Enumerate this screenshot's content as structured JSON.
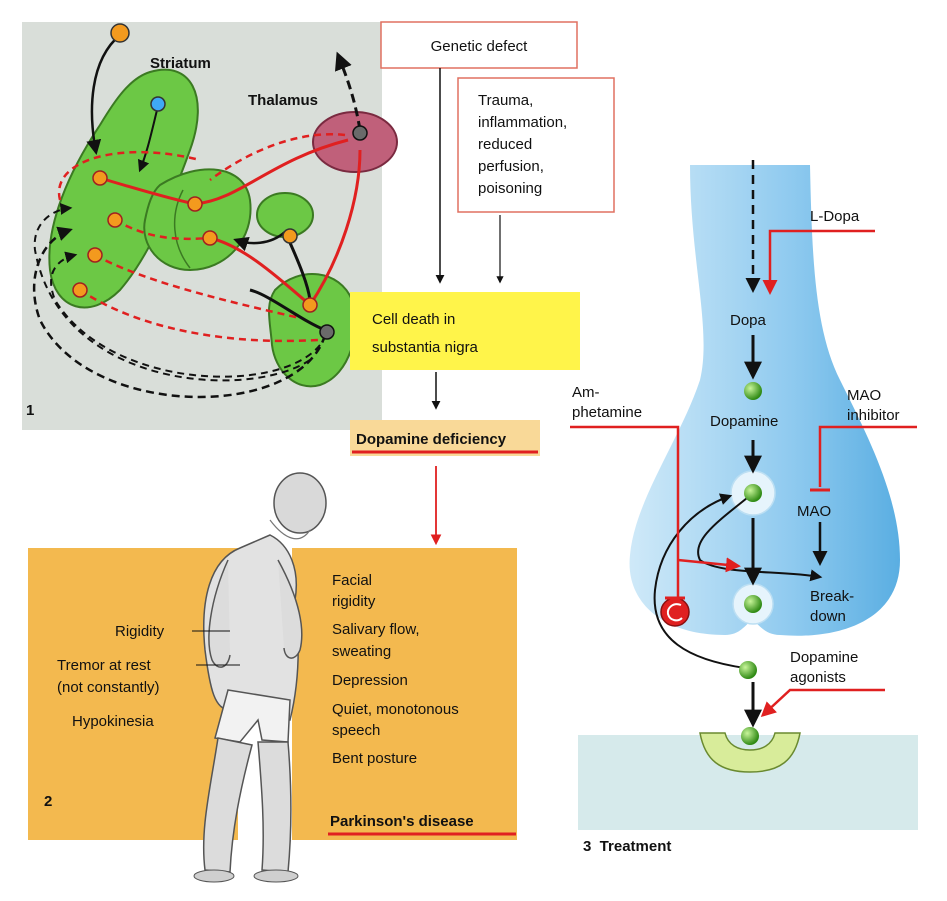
{
  "panel1": {
    "number": "1",
    "striatum_label": "Striatum",
    "thalamus_label": "Thalamus"
  },
  "flow": {
    "genetic_defect": "Genetic defect",
    "trauma_lines": [
      "Trauma,",
      "inflammation,",
      "reduced",
      "perfusion,",
      "poisoning"
    ],
    "cell_death_lines": [
      "Cell death in",
      "substantia nigra"
    ],
    "dopamine_deficiency": "Dopamine deficiency"
  },
  "panel2": {
    "number": "2",
    "left_symptoms": [
      "Rigidity",
      "Tremor at rest",
      "(not constantly)",
      "Hypokinesia"
    ],
    "right_symptoms": [
      "Facial",
      "rigidity",
      "Salivary flow,",
      "sweating",
      "Depression",
      "Quiet, monotonous",
      "speech",
      "Bent posture"
    ],
    "disease": "Parkinson's disease"
  },
  "panel3": {
    "caption": "3  Treatment",
    "l_dopa": "L-Dopa",
    "dopa": "Dopa",
    "dopamine": "Dopamine",
    "mao_inhibitor_lines": [
      "MAO",
      "inhibitor"
    ],
    "mao": "MAO",
    "amphetamine_lines": [
      "Am-",
      "phetamine"
    ],
    "breakdown_lines": [
      "Break-",
      "down"
    ],
    "agonists_lines": [
      "Dopamine",
      "agonists"
    ]
  },
  "colors": {
    "red": "#e02020",
    "green": "#5cc02e",
    "yellow": "#fff44a",
    "orange_panel": "#f3b94f",
    "blue_neuron": "#7fc0e8",
    "receptor": "#d8ec9a"
  }
}
